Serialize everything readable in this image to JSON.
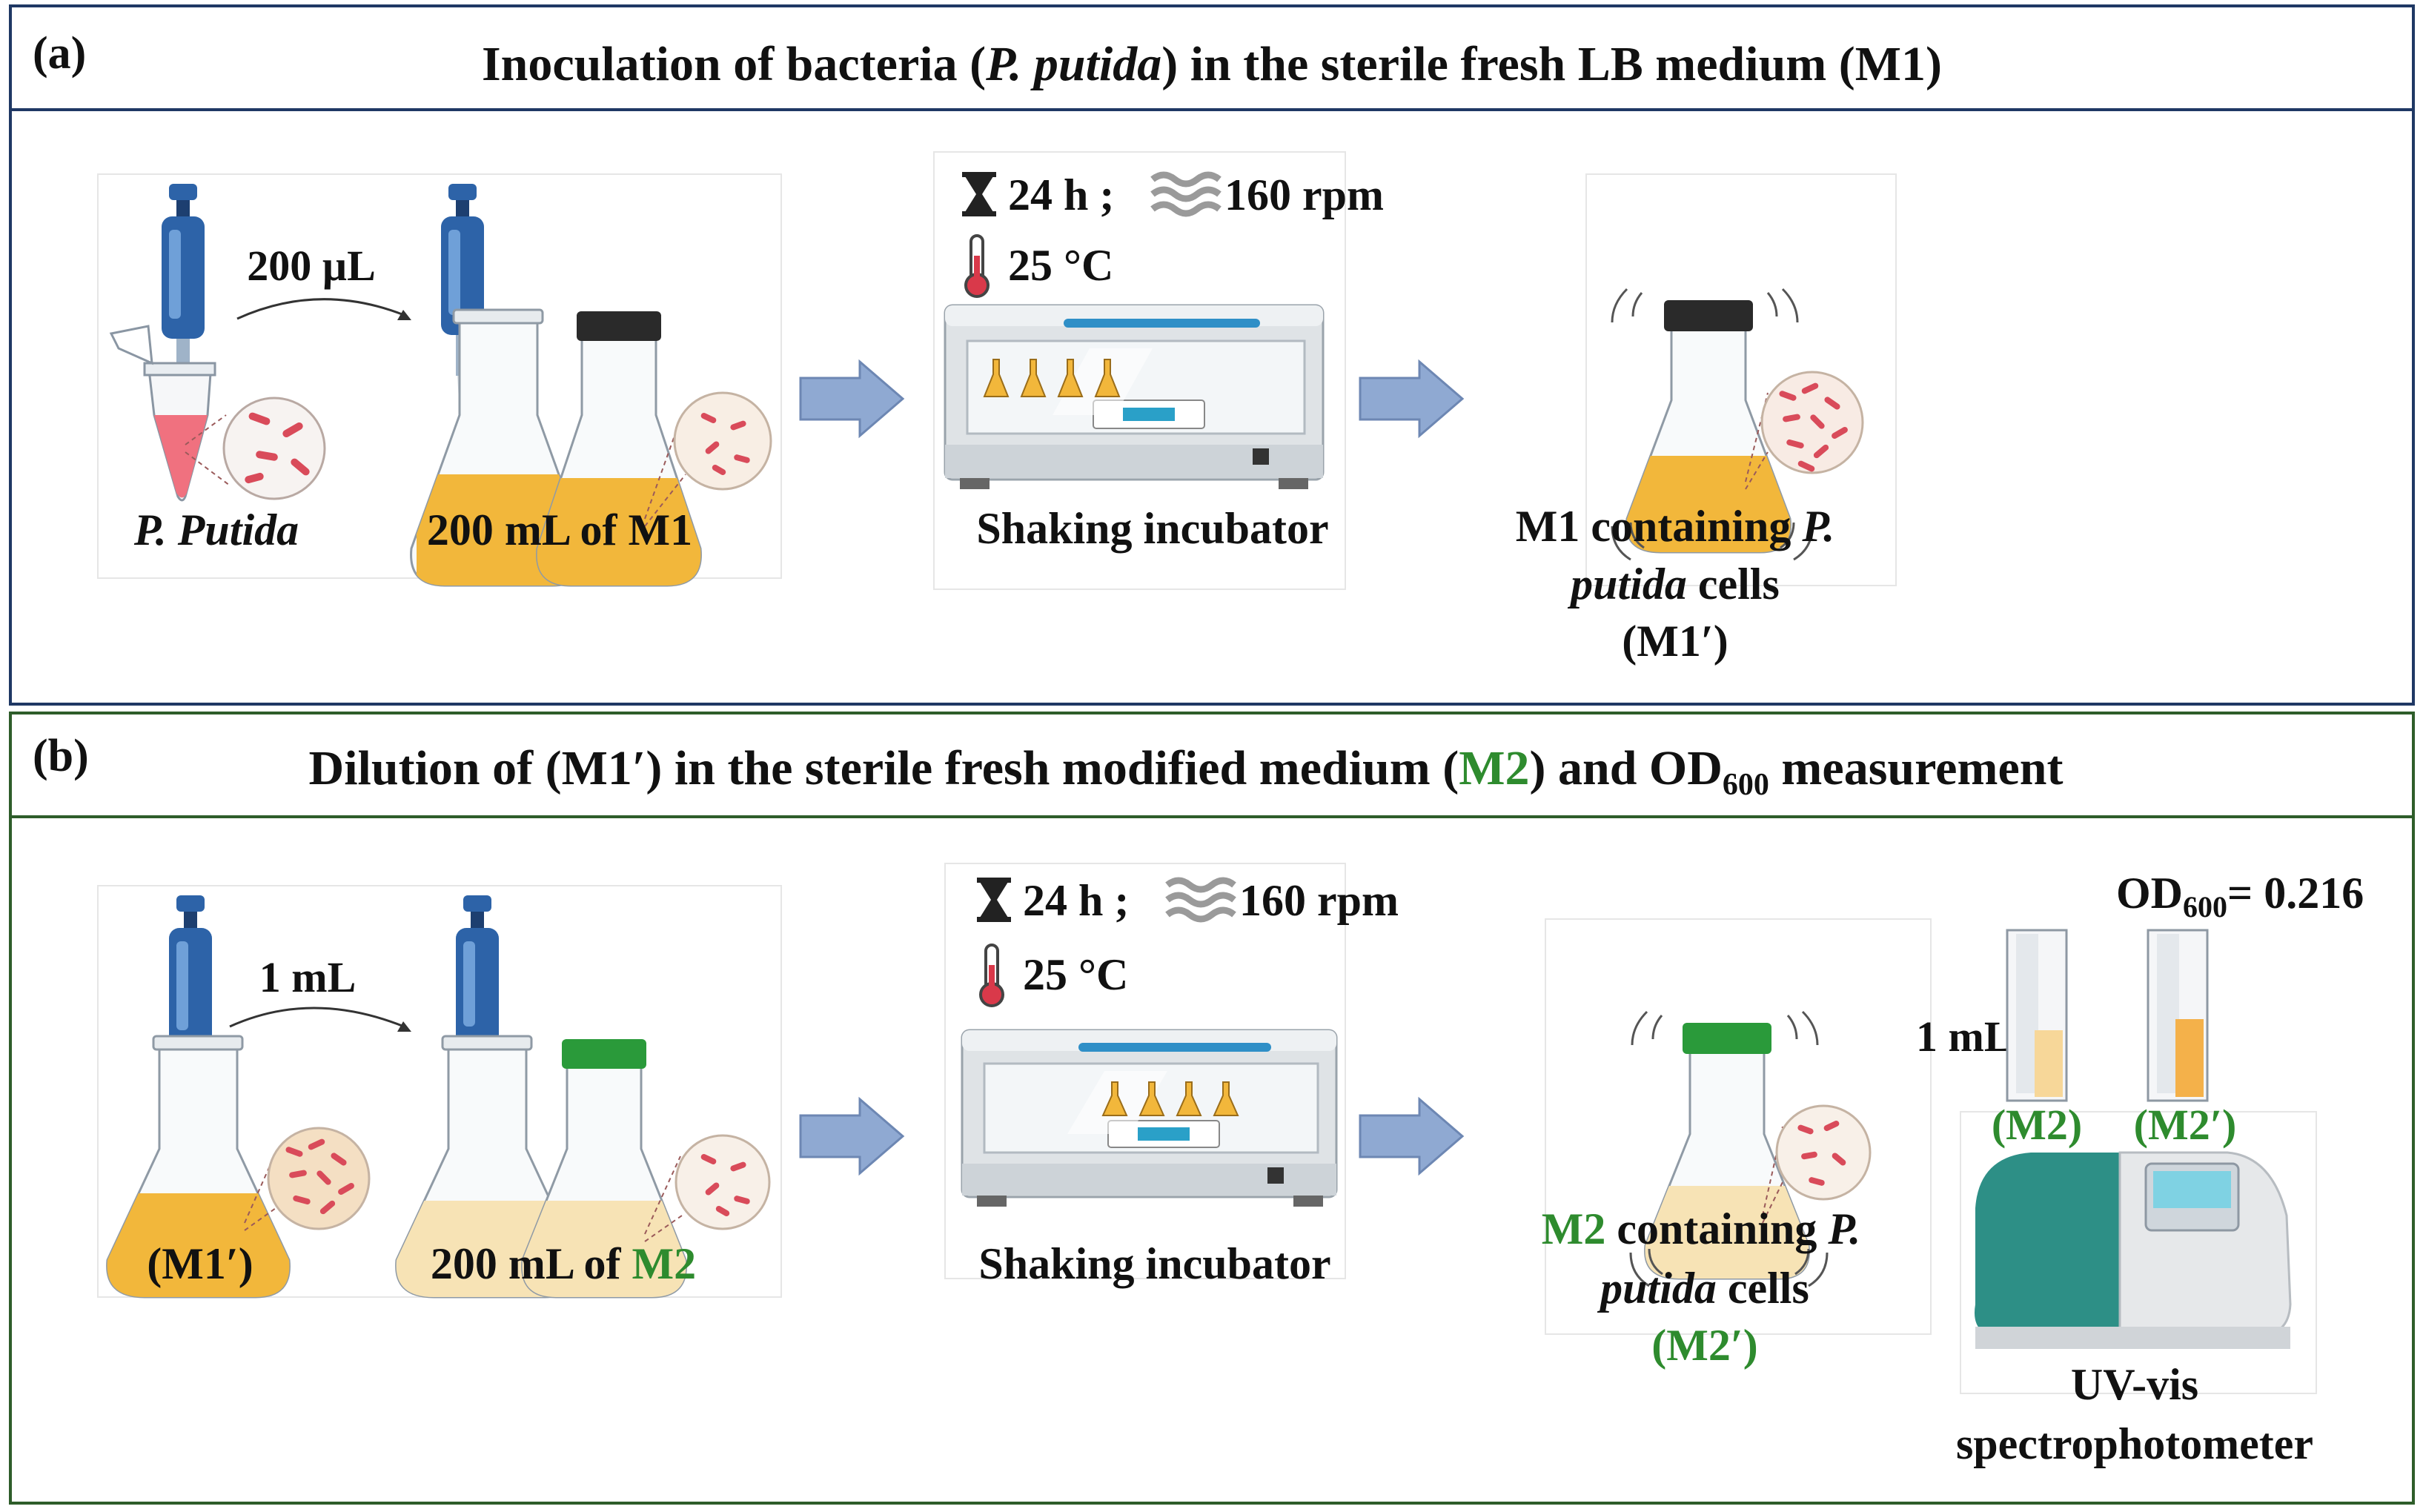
{
  "colors": {
    "frame_a": "#1f3864",
    "frame_b": "#2e5d2a",
    "accent_green": "#2e8b2e",
    "text": "#111111",
    "arrow": "#8fa9d2",
    "arrow_edge": "#6d87b3",
    "medium_lb": "#f2b73b",
    "medium_m2": "#f7e3b5",
    "pipette_blue": "#2d63a8",
    "cap_black": "#2a2a2a",
    "cap_green": "#2a9a3a",
    "bacteria": "#d94b5a",
    "incubator": "#dfe3e6",
    "spectro_teal": "#2d8f86"
  },
  "panel_a": {
    "label": "(a)",
    "title_pre": "Inoculation of bacteria (",
    "title_em": "P. putida",
    "title_post": ") in the sterile fresh LB medium (M1)",
    "volume": "200 µL",
    "source_label": "P. Putida",
    "flask_label": "200 mL of M1",
    "time": "24 h ;",
    "speed": "160 rpm",
    "temperature": "25 °C",
    "incubator_label": "Shaking incubator",
    "result_line1_pre": "M1 containing ",
    "result_line1_em": "P.",
    "result_line2_em": "putida",
    "result_line2_post": " cells",
    "result_line3": "(M1′)"
  },
  "panel_b": {
    "label": "(b)",
    "title_pre": "Dilution of  (M1′) in the sterile fresh modified medium (",
    "title_green": "M2",
    "title_mid": ") and OD",
    "title_sub": "600",
    "title_post": " measurement",
    "volume": "1 mL",
    "source_label": "(M1′)",
    "flask_label_pre": "200 mL of ",
    "flask_label_green": "M2",
    "time": "24 h ;",
    "speed": "160 rpm",
    "temperature": "25 °C",
    "incubator_label": "Shaking incubator",
    "result_line1_green": "M2",
    "result_line1_post": " containing ",
    "result_line1_em": "P.",
    "result_line2_em": "putida",
    "result_line2_post": " cells",
    "result_line3": "(M2′)",
    "od_pre": "OD",
    "od_sub": "600",
    "od_post": "= 0.216",
    "cuvette_volume": "1 mL",
    "cuvette1_label": "(M2)",
    "cuvette2_label": "(M2′)",
    "instrument_line1": "UV-vis",
    "instrument_line2": "spectrophotometer"
  }
}
